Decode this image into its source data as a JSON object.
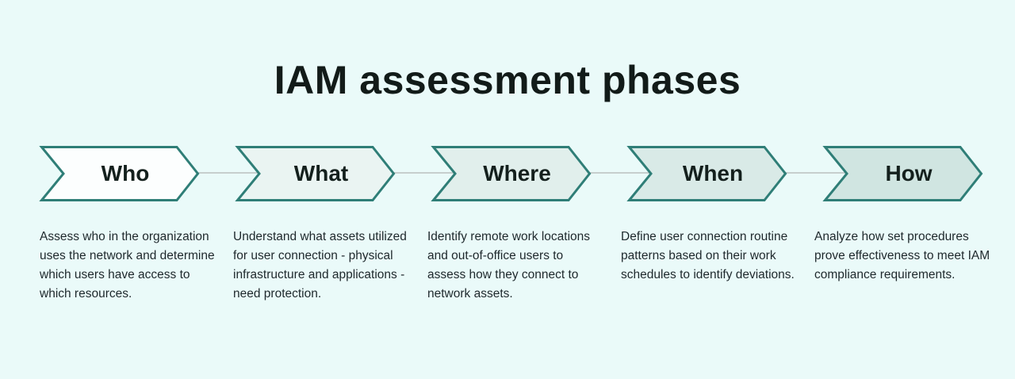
{
  "page": {
    "title": "IAM assessment phases",
    "background_color": "#eafaf9"
  },
  "theme": {
    "chevron_border_color": "#2f7e77",
    "connector_color": "#c6cecd",
    "title_color": "#121b19",
    "label_color": "#14201d",
    "body_color": "#1e282c"
  },
  "phases": [
    {
      "label": "Who",
      "fill": "#fcfefe",
      "description": "Assess who in the organization uses the network and determine which users have access to which resources."
    },
    {
      "label": "What",
      "fill": "#eaf4f2",
      "description": "Understand what assets utilized for user connection - physical infrastructure and applications - need protection."
    },
    {
      "label": "Where",
      "fill": "#e1efec",
      "description": "Identify remote work locations and out-of-office users to assess how they connect to network assets."
    },
    {
      "label": "When",
      "fill": "#d9eae7",
      "description": "Define user connection routine patterns based on their work schedules to identify deviations."
    },
    {
      "label": "How",
      "fill": "#d0e5e1",
      "description": "Analyze how set procedures prove effectiveness to meet IAM compliance requirements."
    }
  ]
}
